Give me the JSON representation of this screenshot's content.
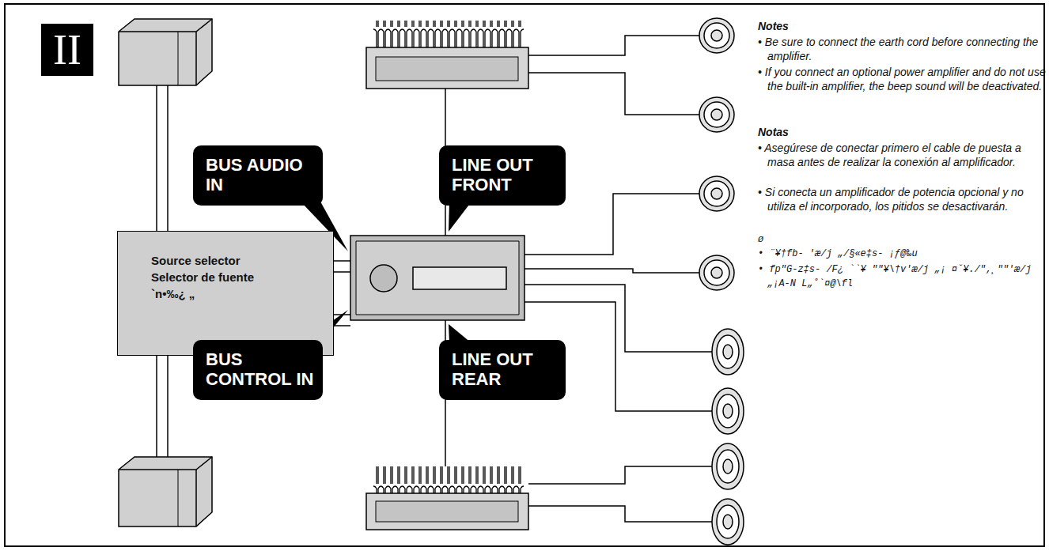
{
  "diagram": {
    "nodes": [
      {
        "text": [
          "II"
        ]
      },
      {
        "text": [
          "Source selector",
          "Selector de fuente",
          "`n•‰¿ „"
        ]
      },
      {
        "text": [
          "BUS AUDIO IN"
        ]
      },
      {
        "text": [
          "LINE OUT FRONT"
        ]
      },
      {
        "text": [
          "BUS CONTROL IN"
        ]
      },
      {
        "text": [
          "LINE OUT REAR"
        ]
      }
    ],
    "labels": [
      "Notes",
      "• Be sure to connect the earth cord before connecting the amplifier.",
      "• If you connect an optional power amplifier and do not use the built-in amplifier, the beep sound will be deactivated.",
      "Notas",
      "• Asegúrese de conectar primero el cable de puesta a masa antes de realizar la conexión al amplificador.",
      "• Si conecta un amplificador de potencia opcional y no utiliza el incorporado, los pitidos se desactivarán.",
      "ø",
      "• ¨¥†fb- 'æ/j „/§«e‡s- ¡ƒ@‰u",
      "• fp\"G-z‡s- /F¿ ``¥ \"″¥\\†v'æ/j „¡ ¤ˇ¥./″‚¸\"\"'æ/j „¡A-N L„˚`¤@\\fl"
    ]
  }
}
